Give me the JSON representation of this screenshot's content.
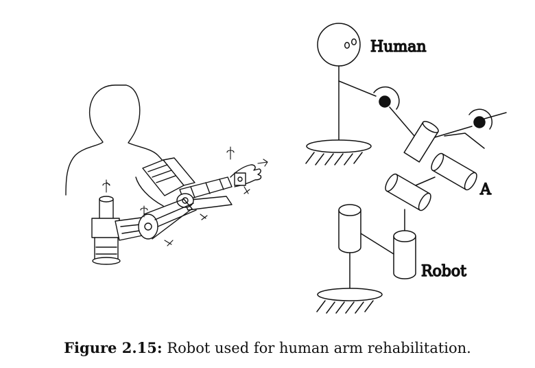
{
  "figure": {
    "labels": {
      "human": "Human",
      "robot": "Robot",
      "joint_a": "A"
    }
  },
  "caption": {
    "number": "Figure 2.15:",
    "text": "Robot used for human arm rehabilitation."
  }
}
